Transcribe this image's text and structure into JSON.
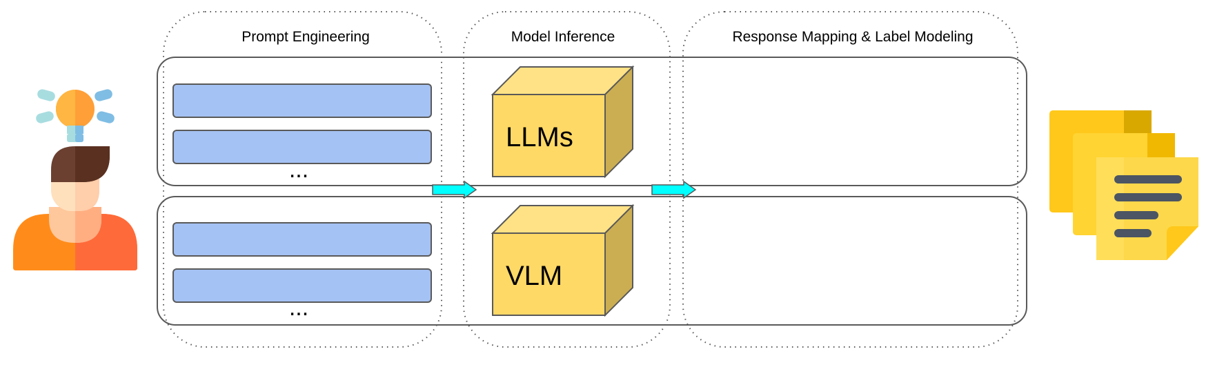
{
  "stages": {
    "prompt_engineering": "Prompt Engineering",
    "model_inference": "Model Inference",
    "response_mapping": "Response Mapping & Label Modeling"
  },
  "rows": [
    {
      "model_label": "LLMs",
      "ellipsis": "..."
    },
    {
      "model_label": "VLM",
      "ellipsis": "..."
    }
  ],
  "icons": {
    "input": "person-with-idea-lightbulb-icon",
    "output": "sticky-notes-document-icon"
  },
  "colors": {
    "prompt_bar": "#a5c2f4",
    "cube_front": "#ffd966",
    "cube_top": "#ffe285",
    "cube_side": "#ccae52",
    "arrow": "#00ffff",
    "note": "#ffc81a"
  }
}
